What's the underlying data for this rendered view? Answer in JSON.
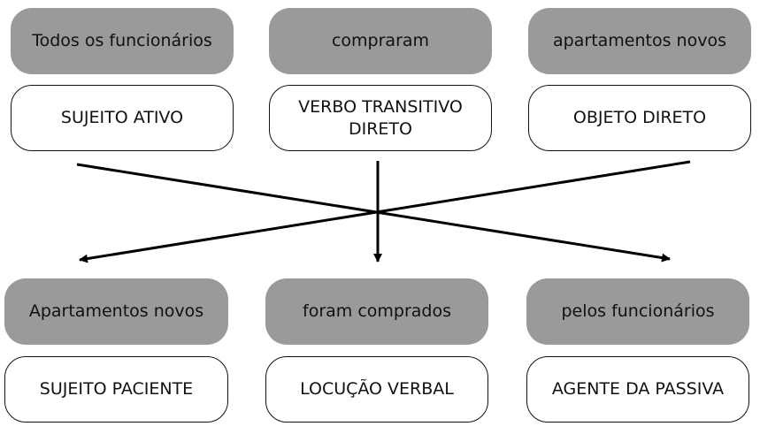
{
  "active_voice": {
    "subject": {
      "word": "Todos os funcionários",
      "role": "SUJEITO ATIVO"
    },
    "verb": {
      "word": "compraram",
      "role_line1": "VERBO TRANSITIVO",
      "role_line2": "DIRETO"
    },
    "object": {
      "word": "apartamentos novos",
      "role": "OBJETO DIRETO"
    }
  },
  "passive_voice": {
    "subject": {
      "word": "Apartamentos novos",
      "role": "SUJEITO PACIENTE"
    },
    "verb": {
      "word": "foram comprados",
      "role": "LOCUÇÃO VERBAL"
    },
    "agent": {
      "word": "pelos funcionários",
      "role": "AGENTE DA PASSIVA"
    }
  },
  "colors": {
    "word_box": "#9a9a9a",
    "role_box_border": "#111111",
    "arrow": "#000000"
  }
}
